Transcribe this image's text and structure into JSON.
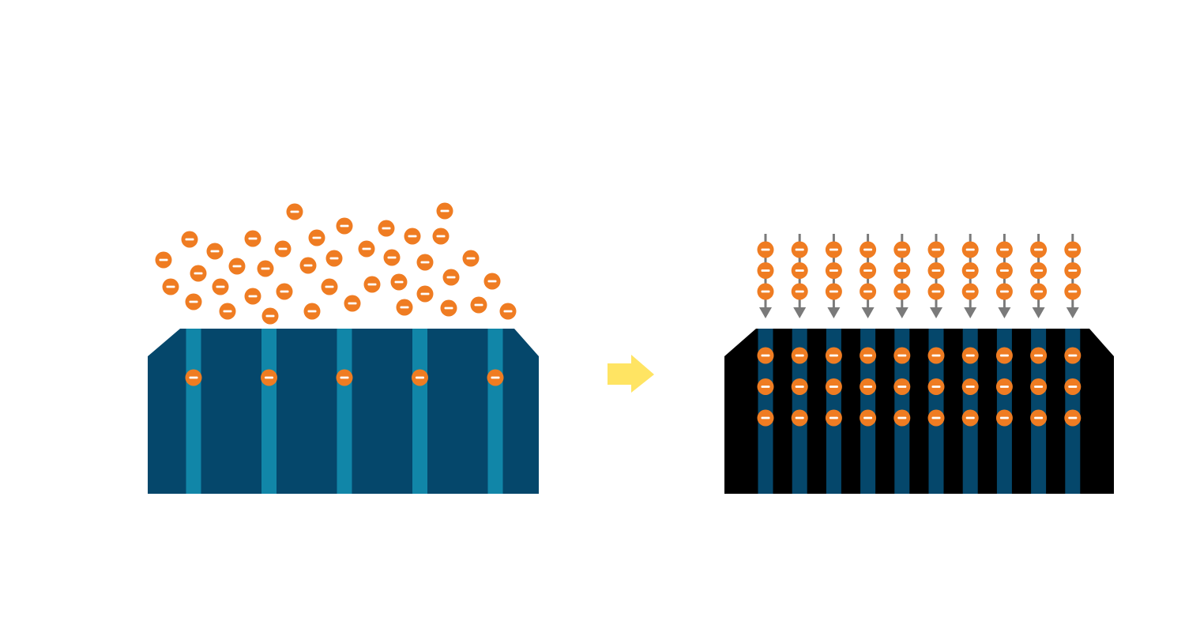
{
  "title": "",
  "colors": {
    "background": "#ffffff",
    "left_body": "#05476b",
    "left_channel": "#1186a8",
    "right_body": "#000000",
    "right_channel": "#05476b",
    "ion": "#ef7c22",
    "ion_sign": "#ffffff",
    "flow_arrow": "#7a7a7a",
    "transition_arrow": "#ffe463"
  },
  "icons": {
    "ion": "negative-ion-icon",
    "flow": "down-arrow-icon",
    "transition": "right-arrow-icon"
  },
  "left_panel": {
    "channel_count": 5,
    "ions_per_channel": 1,
    "state": "disordered"
  },
  "right_panel": {
    "channel_count": 10,
    "ions_per_channel": 3,
    "incoming_ions_per_channel": 3,
    "state": "aligned"
  }
}
